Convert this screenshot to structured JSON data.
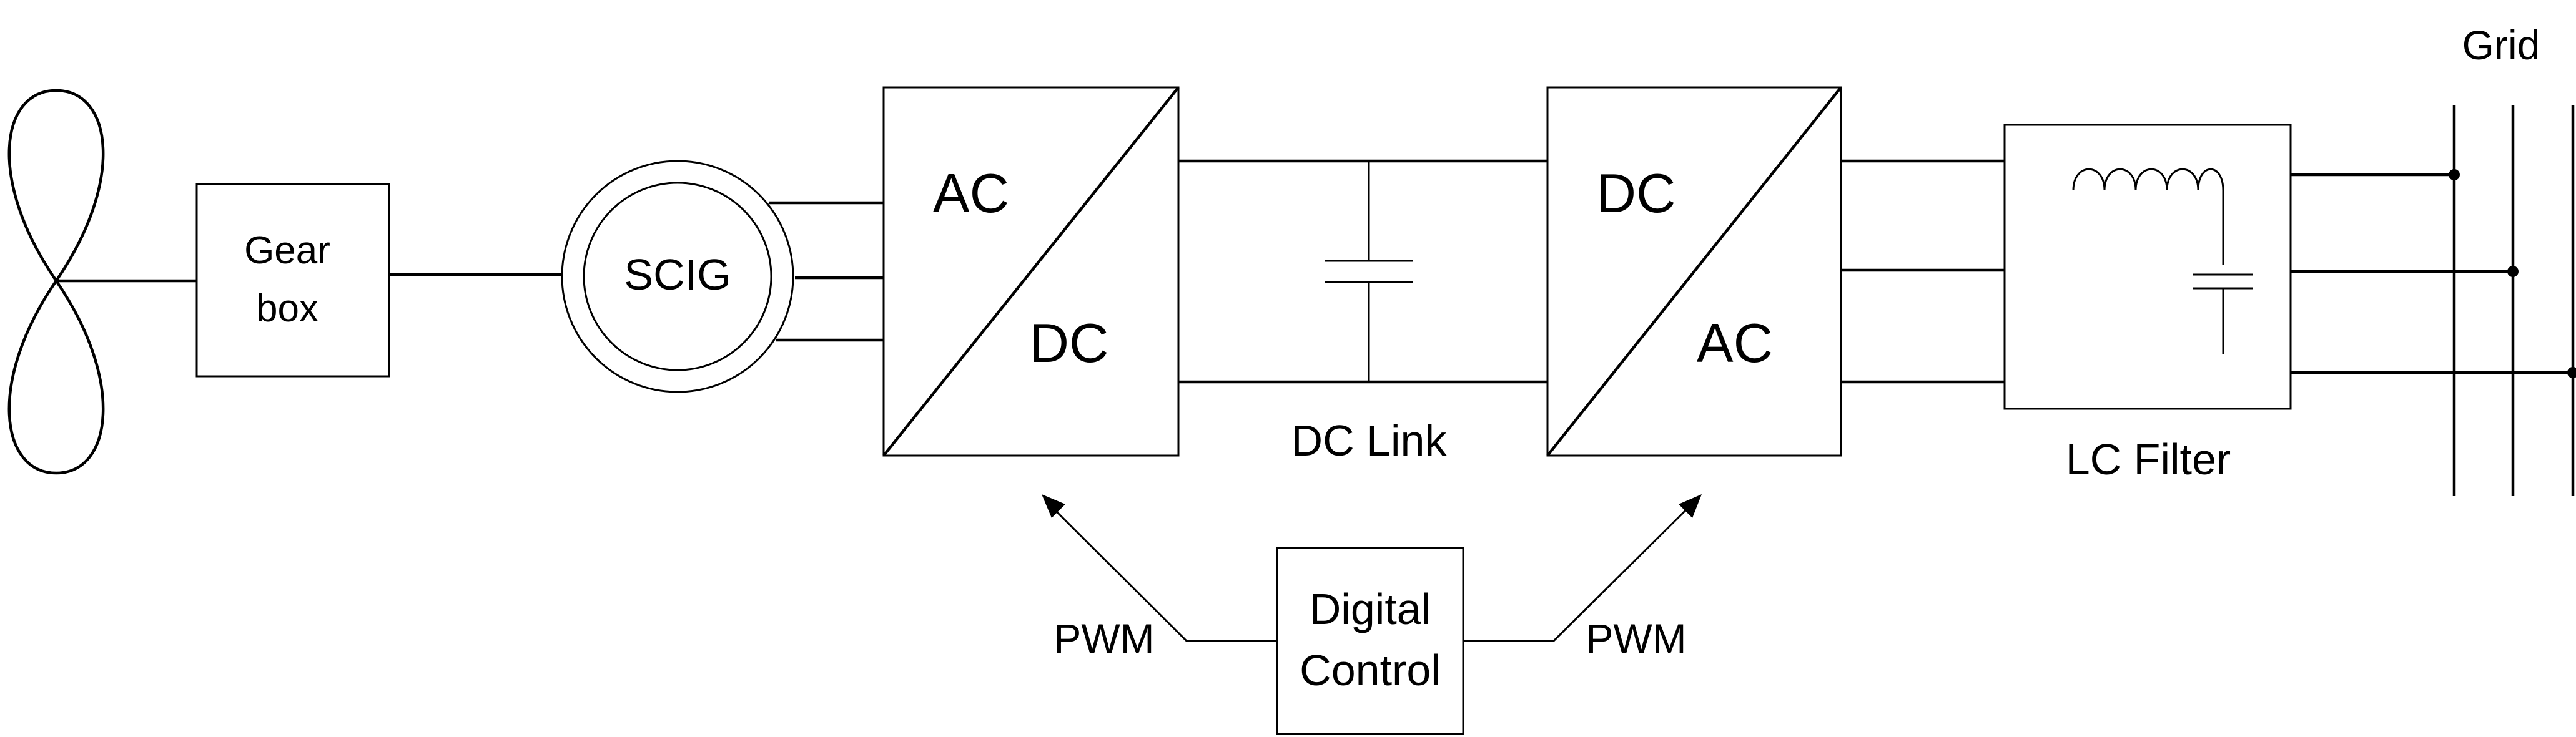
{
  "labels": {
    "gearbox_line1": "Gear",
    "gearbox_line2": "box",
    "generator": "SCIG",
    "rectifier_top": "AC",
    "rectifier_bottom": "DC",
    "dc_link": "DC Link",
    "inverter_top": "DC",
    "inverter_bottom": "AC",
    "lc_filter": "LC Filter",
    "grid": "Grid",
    "control_line1": "Digital",
    "control_line2": "Control",
    "pwm_left": "PWM",
    "pwm_right": "PWM"
  },
  "icons": {
    "turbine": "wind-turbine-blades-icon",
    "capacitor": "capacitor-icon",
    "inductor": "inductor-icon"
  },
  "colors": {
    "line": "#000000",
    "background": "#ffffff"
  }
}
